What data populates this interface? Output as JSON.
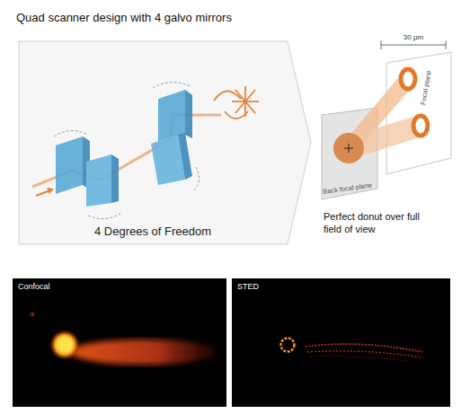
{
  "diagram": {
    "title": "Quad scanner design with 4 galvo mirrors",
    "nodes": [
      {
        "text": [
          "4 Degrees of Freedom"
        ]
      },
      {
        "text": [
          "Back focal plane"
        ]
      },
      {
        "text": [
          "Focal plane"
        ]
      },
      {
        "text": [
          "Confocal"
        ]
      },
      {
        "text": [
          "STED"
        ]
      }
    ],
    "labels": [
      "30 µm",
      "Perfect donut over full field of view"
    ]
  }
}
